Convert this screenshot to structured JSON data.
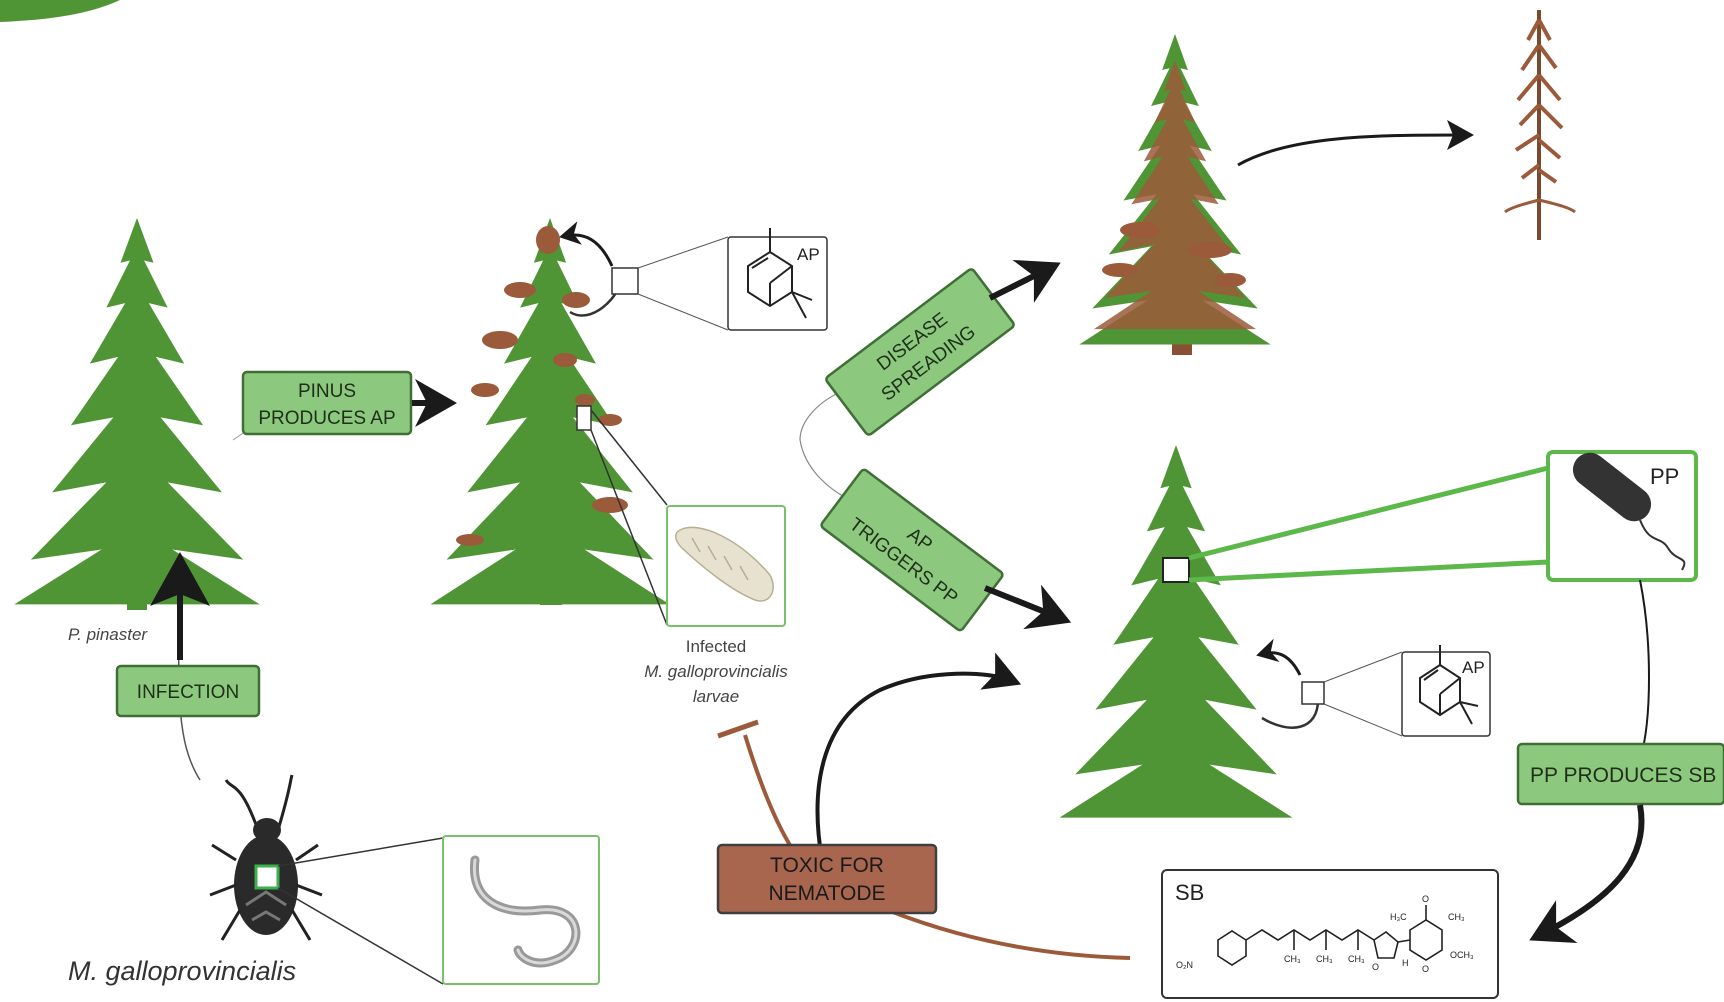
{
  "labels": {
    "pinus_produces_ap": [
      "PINUS",
      "PRODUCES AP"
    ],
    "infection": "INFECTION",
    "disease_spreading": [
      "DISEASE",
      "SPREADING"
    ],
    "ap_triggers_pp": [
      "AP",
      "TRIGGERS PP"
    ],
    "pp_produces_sb": "PP PRODUCES SB",
    "toxic_for_nematode": [
      "TOXIC FOR",
      "NEMATODE"
    ]
  },
  "captions": {
    "p_pinaster": "P. pinaster",
    "beetle": "M. galloprovincialis",
    "larvae_line1": "Infected",
    "larvae_line2": "M. galloprovincialis",
    "larvae_line3": "larvae"
  },
  "molecules": {
    "ap_top": "AP",
    "ap_bottom": "AP",
    "pp": "PP",
    "sb": "SB",
    "sb_groups": [
      "O₂N",
      "CH₃",
      "CH₃",
      "CH₃",
      "H₃C",
      "CH₃",
      "OCH₃",
      "O",
      "O",
      "O",
      "H"
    ]
  },
  "colors": {
    "green_box": "#8cc87e",
    "green_border": "#3f6f35",
    "tree_green": "#4f9535",
    "tree_rust": "#9b5a3a",
    "brown_box": "#a8664f",
    "bright_green_line": "#5cb84a",
    "arrow": "#1a1a1a"
  }
}
